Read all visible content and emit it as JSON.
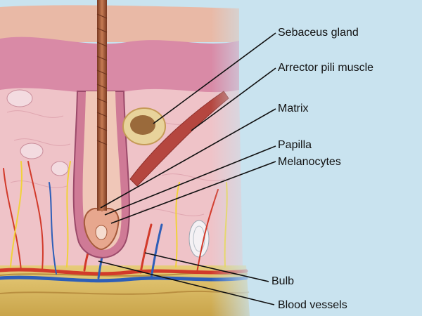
{
  "labels": {
    "sebaceous_gland": "Sebaceus gland",
    "arrector_pili": "Arrector pili muscle",
    "matrix": "Matrix",
    "papilla": "Papilla",
    "melanocytes": "Melanocytes",
    "bulb": "Bulb",
    "blood_vessels": "Blood vessels"
  },
  "colors": {
    "background": "#c9e3ef",
    "skin_surface": "#e9b9a6",
    "epidermis": "#d98aa6",
    "dermis": "#efc3c8",
    "fat_layer": "#e3c46a",
    "hair_shaft": "#a0583a",
    "muscle": "#b5463f",
    "gland": "#9a6a3b",
    "artery": "#d23a2a",
    "vein": "#2e5fb8",
    "nerve": "#f1d23a",
    "leader_line": "#111111"
  }
}
